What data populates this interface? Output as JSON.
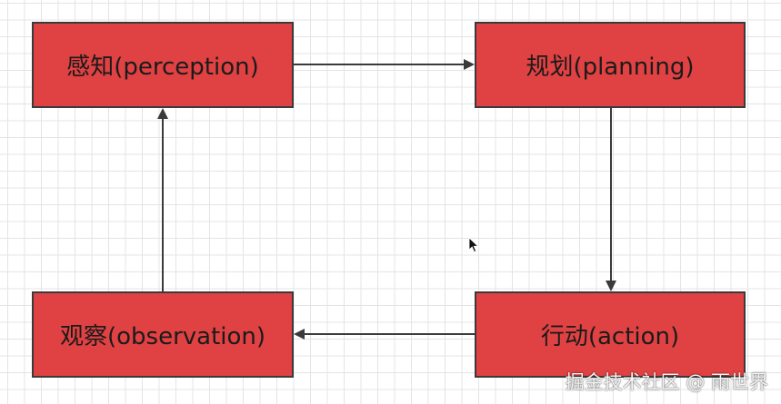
{
  "diagram": {
    "nodes": [
      {
        "id": "perception",
        "label": "感知(perception)"
      },
      {
        "id": "planning",
        "label": "规划(planning)"
      },
      {
        "id": "action",
        "label": "行动(action)"
      },
      {
        "id": "observation",
        "label": "观察(observation)"
      }
    ],
    "edges": [
      {
        "from": "perception",
        "to": "planning"
      },
      {
        "from": "planning",
        "to": "action"
      },
      {
        "from": "action",
        "to": "observation"
      },
      {
        "from": "observation",
        "to": "perception"
      }
    ]
  },
  "colors": {
    "node_fill": "#e04142",
    "node_border": "#3a3a3a",
    "arrow": "#3a3a3a",
    "grid": "#e4e4e4"
  },
  "watermark": {
    "text": "掘金技术社区 @ 雨世界"
  }
}
